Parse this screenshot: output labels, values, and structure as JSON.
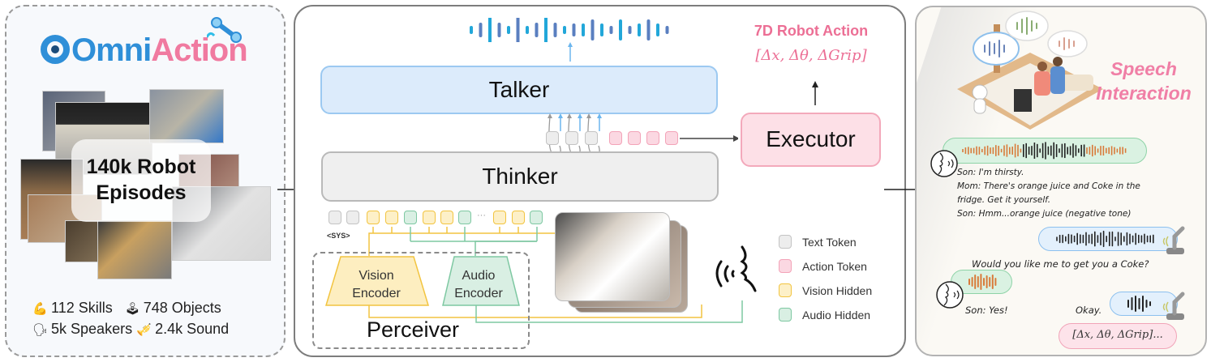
{
  "left": {
    "logo_prefix": "Omni",
    "logo_suffix": "Action",
    "episodes_line1": "140k Robot",
    "episodes_line2": "Episodes",
    "stats": [
      {
        "icon": "flexed-biceps-icon",
        "label": "112 Skills"
      },
      {
        "icon": "joystick-icon",
        "label": "748 Objects"
      },
      {
        "icon": "speaker-person-icon",
        "label": "5k Speakers"
      },
      {
        "icon": "trumpet-icon",
        "label": "2.4k Sound"
      }
    ]
  },
  "middle": {
    "talker": "Talker",
    "thinker": "Thinker",
    "executor": "Executor",
    "action_title": "7D Robot Action",
    "action_formula": "[Δx, Δθ, ΔGrip]",
    "sys_label": "<SYS>",
    "ellipsis": "···",
    "vision_encoder": [
      "Vision",
      "Encoder"
    ],
    "audio_encoder": [
      "Audio",
      "Encoder"
    ],
    "perceiver": "Perceiver",
    "legend": [
      {
        "type": "text",
        "label": "Text Token",
        "color": "#ededed"
      },
      {
        "type": "act",
        "label": "Action Token",
        "color": "#fbd8e2"
      },
      {
        "type": "vis",
        "label": "Vision Hidden",
        "color": "#fdf0c8"
      },
      {
        "type": "aud",
        "label": "Audio Hidden",
        "color": "#d9efe3"
      }
    ]
  },
  "right": {
    "title_line1": "Speech",
    "title_line2": "Interaction",
    "dialog": [
      "Son: I'm thirsty.",
      "Mom: There's orange juice and Coke in the",
      "fridge. Get it yourself.",
      "Son: Hmm...orange juice (negative tone)"
    ],
    "robot_question": "Would you like me to get you a Coke?",
    "son_answer": "Son: Yes!",
    "robot_reply": "Okay.",
    "action_output": "[Δx, Δθ, ΔGrip]..."
  },
  "colors": {
    "brand_blue": "#2f8fd8",
    "brand_pink": "#f07aa0",
    "action_pink": "#ec6f95"
  }
}
